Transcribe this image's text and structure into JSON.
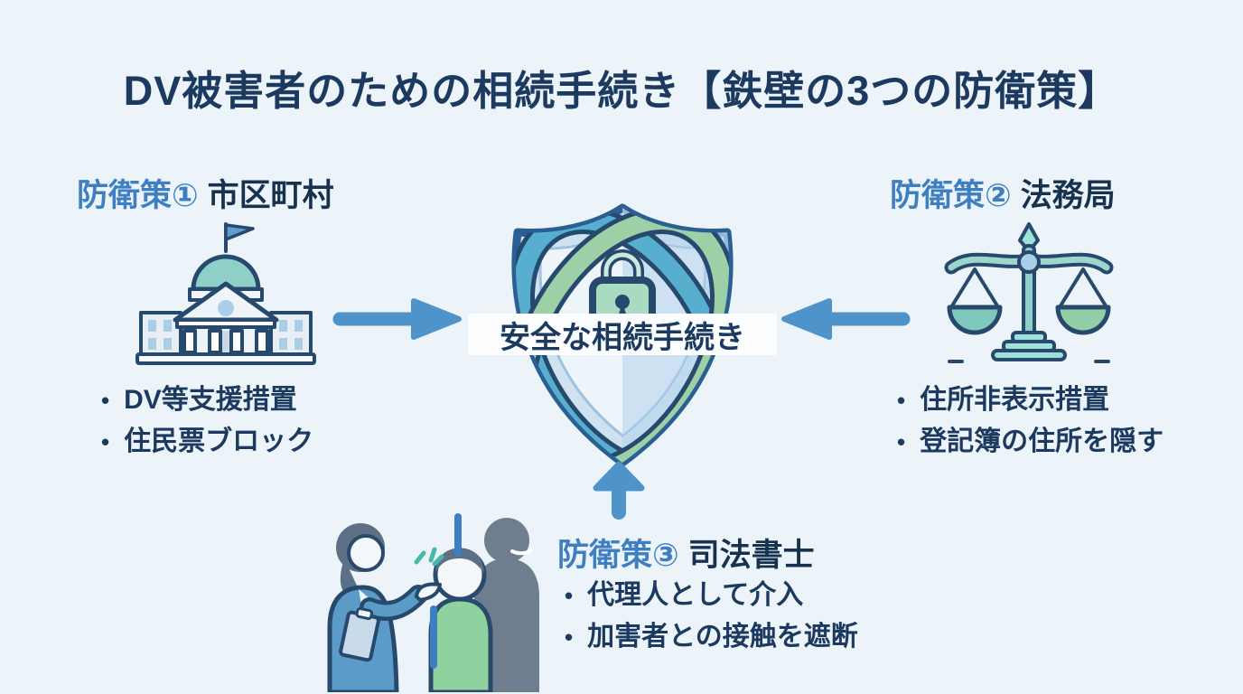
{
  "title": "DV被害者のための相続手続き【鉄壁の3つの防衛策】",
  "ui": {
    "bullet": "•"
  },
  "center": {
    "label": "安全な相続手続き",
    "icon": "shield-with-lock"
  },
  "sections": [
    {
      "badge": "防衛策①",
      "name": "市区町村",
      "icon": "government-building",
      "bullets": [
        "DV等支援措置",
        "住民票ブロック"
      ]
    },
    {
      "badge": "防衛策②",
      "name": "法務局",
      "icon": "scales-of-justice",
      "bullets": [
        "住所非表示措置",
        "登記簿の住所を隠す"
      ]
    },
    {
      "badge": "防衛策③",
      "name": "司法書士",
      "icon": "consultation-scene",
      "bullets": [
        "代理人として介入",
        "加害者との接触を遮断"
      ]
    }
  ],
  "colors": {
    "background": "#ECF3F9",
    "text_dark": "#1C3A5F",
    "badge_blue": "#3D7FC0",
    "arrow_blue": "#4E94CB",
    "shield_green": "#9ED0A8",
    "shield_blue": "#57AECF",
    "outline_navy": "#27496D"
  }
}
